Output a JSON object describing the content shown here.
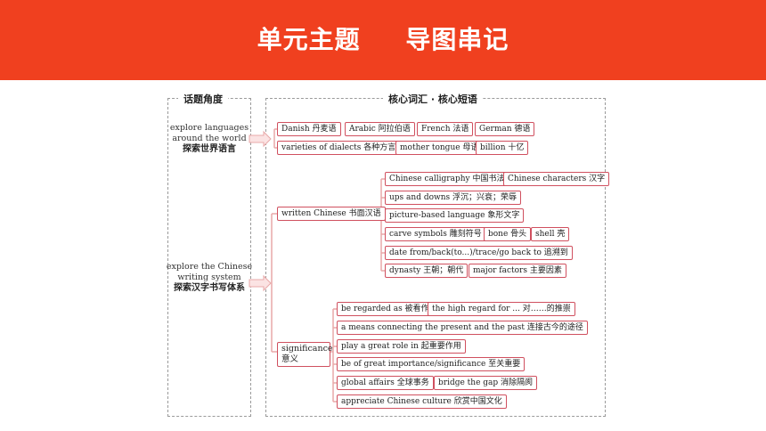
{
  "header": {
    "title_a": "单元主题",
    "title_b": "导图串记"
  },
  "left_panel": {
    "title": "话题角度",
    "topic1": {
      "en1": "explore languages",
      "en2": "around the world",
      "cn": "探索世界语言"
    },
    "topic2": {
      "en1": "explore the Chinese",
      "en2": "writing system",
      "cn": "探索汉字书写体系"
    }
  },
  "right_panel": {
    "title": "核心词汇 · 核心短语",
    "row1": [
      "Danish 丹麦语",
      "Arabic 阿拉伯语",
      "French 法语",
      "German 德语"
    ],
    "row2": [
      "varieties of dialects 各种方言",
      "mother tongue 母语",
      "billion 十亿"
    ],
    "written": {
      "label": "written Chinese 书面汉语",
      "items": [
        "Chinese calligraphy 中国书法",
        "Chinese characters 汉字",
        "ups and downs 浮沉；兴衰；荣辱",
        "picture-based language 象形文字",
        "carve symbols 雕刻符号",
        "bone 骨头",
        "shell 壳",
        "date from/back(to...)/trace/go back to 追溯到",
        "dynasty 王朝；朝代",
        "major factors 主要因素"
      ]
    },
    "significance": {
      "label_en": "significance",
      "label_cn": "意义",
      "items": [
        "be regarded as 被看作",
        "the high regard for ... 对……的推崇",
        "a means connecting the present and the past 连接古今的途径",
        "play a great role in 起重要作用",
        "be of great importance/significance 至关重要",
        "global affairs 全球事务",
        "bridge the gap 消除隔阂",
        "appreciate Chinese culture 欣赏中国文化"
      ]
    }
  },
  "colors": {
    "header": "#f0401f",
    "box_border": "#d0505f",
    "connector": "#e8a8a8"
  }
}
